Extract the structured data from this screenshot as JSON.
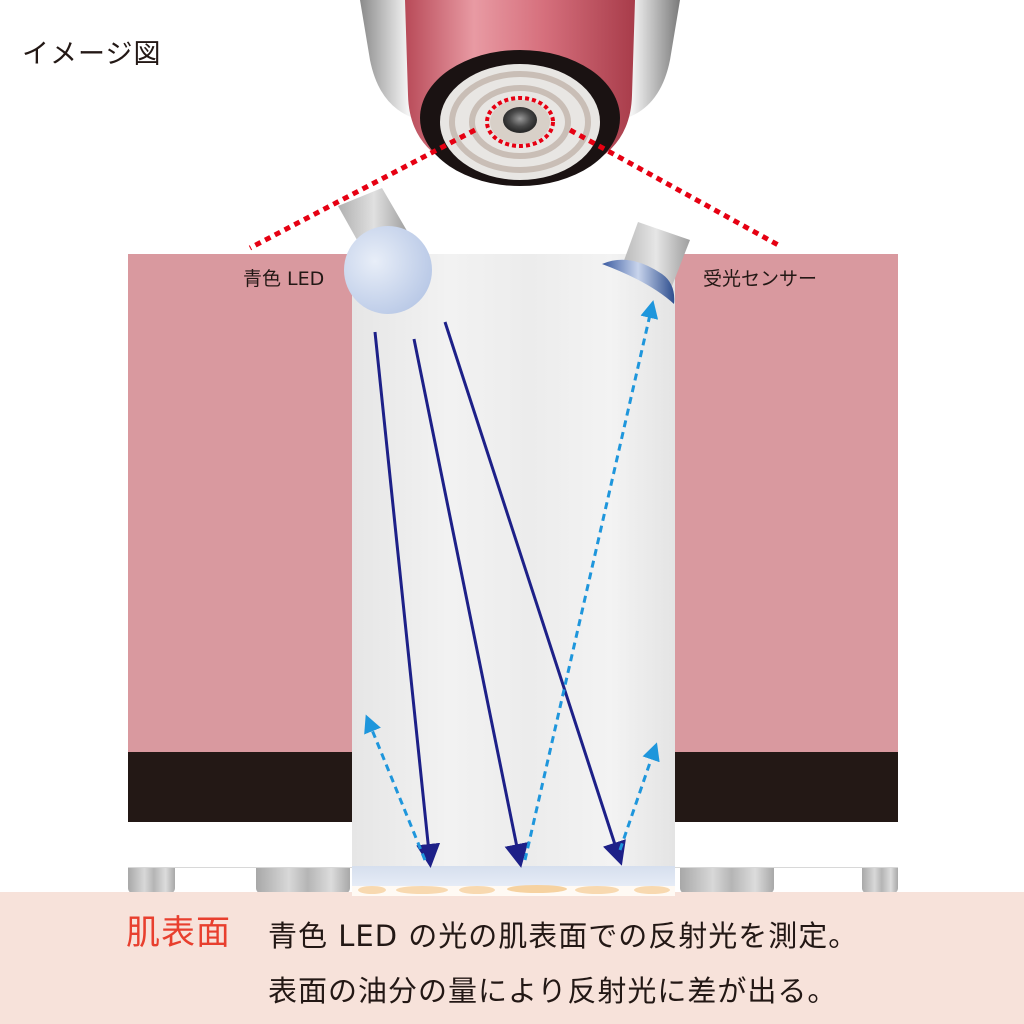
{
  "title": "イメージ図",
  "labels": {
    "led": "青色 LED",
    "sensor": "受光センサー"
  },
  "caption": {
    "head": "肌表面",
    "line1": "青色 LED の光の肌表面での反射光を測定。",
    "line2": "表面の油分の量により反射光に差が出る。"
  },
  "colors": {
    "pink_layer": "#d9999f",
    "dark_layer": "#231815",
    "skin": "#f7e2da",
    "accent_red": "#e83f2e",
    "incident_ray": "#1d2088",
    "reflected_ray": "#1e96dc",
    "dotted_guide": "#e60012"
  },
  "icons": {
    "device": "skin-sensor-device-icon",
    "led": "blue-led-icon",
    "sensor": "light-sensor-icon"
  }
}
